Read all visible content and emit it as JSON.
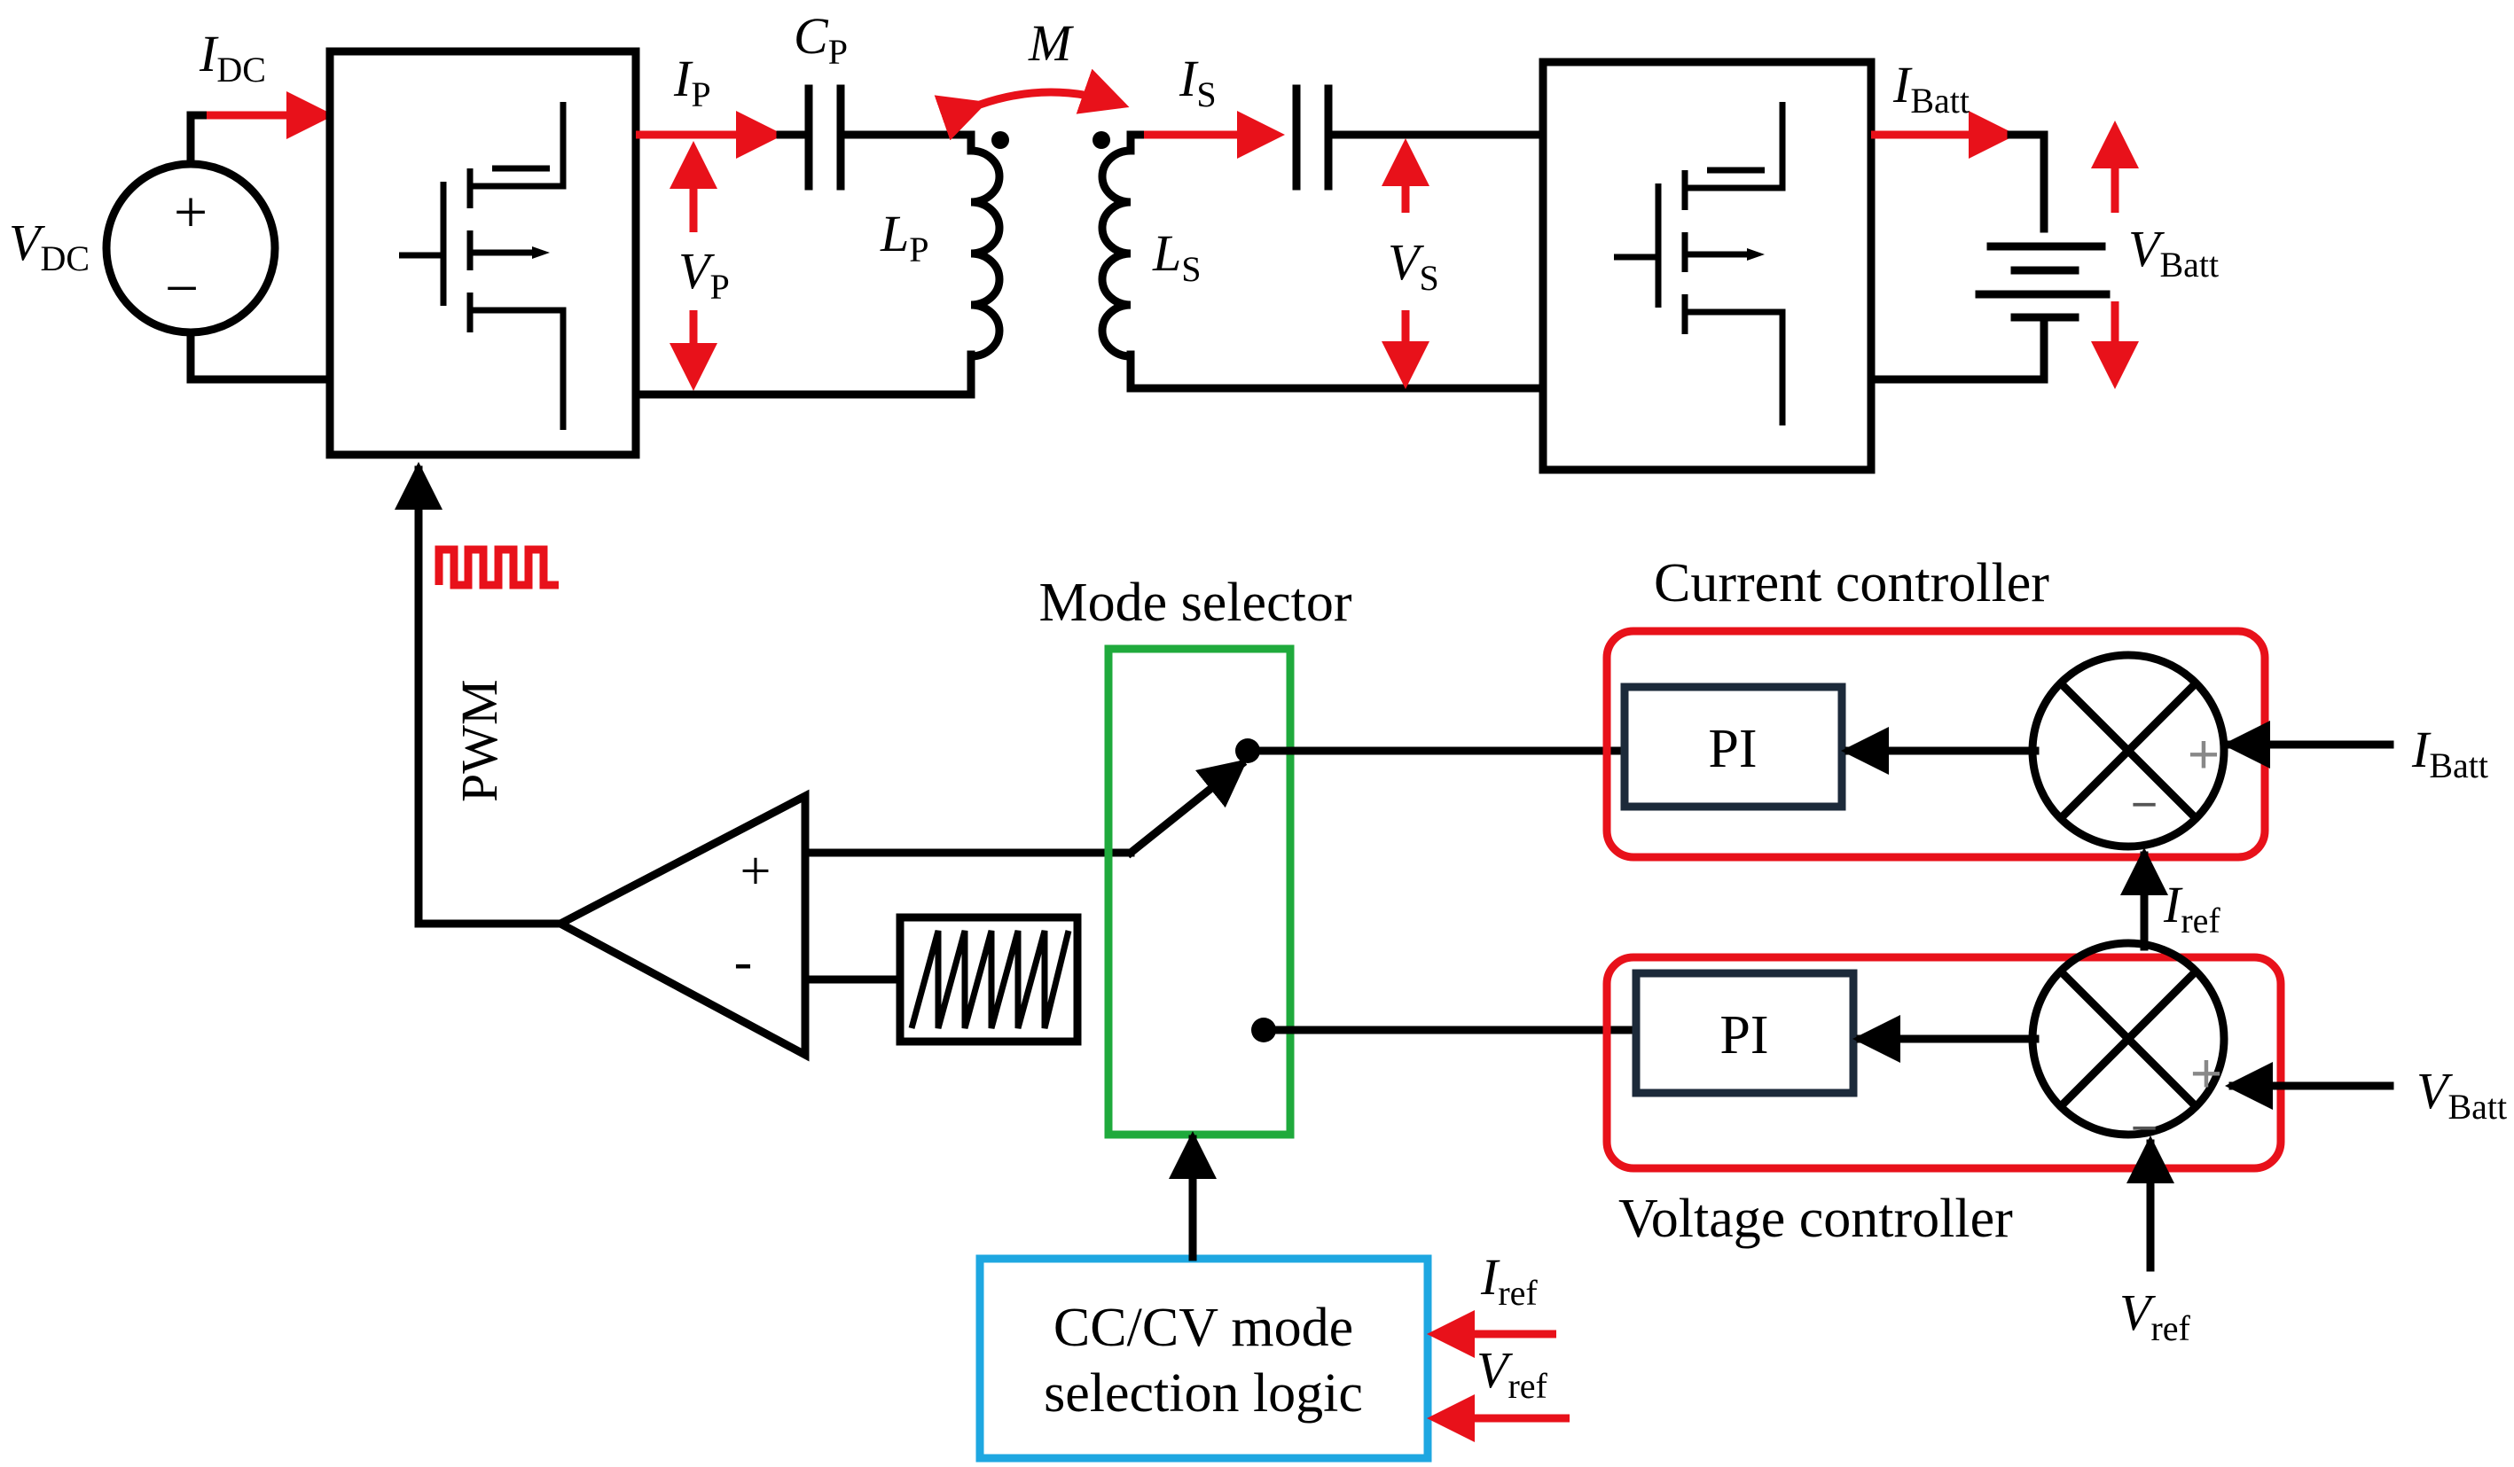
{
  "power_stage": {
    "idc": {
      "main": "I",
      "sub": "DC"
    },
    "vdc": {
      "main": "V",
      "sub": "DC"
    },
    "source_plus": "+",
    "source_minus": "−",
    "ip": {
      "main": "I",
      "sub": "P"
    },
    "vp": {
      "main": "V",
      "sub": "P"
    },
    "cp": {
      "main": "C",
      "sub": "P"
    },
    "m": "M",
    "lp": {
      "main": "L",
      "sub": "P"
    },
    "ls": {
      "main": "L",
      "sub": "S"
    },
    "is": {
      "main": "I",
      "sub": "S"
    },
    "vs": {
      "main": "V",
      "sub": "S"
    },
    "ibatt": {
      "main": "I",
      "sub": "Batt"
    },
    "vbatt": {
      "main": "V",
      "sub": "Batt"
    }
  },
  "control": {
    "pwm_label": "PWM",
    "comparator_plus": "+",
    "comparator_minus": "-",
    "mode_selector_title": "Mode selector",
    "current_controller_title": "Current controller",
    "voltage_controller_title": "Voltage controller",
    "pi_current": "PI",
    "pi_voltage": "PI",
    "sum_plus": "+",
    "sum_minus": "−",
    "ibatt_in": {
      "main": "I",
      "sub": "Batt"
    },
    "vbatt_in": {
      "main": "V",
      "sub": "Batt"
    },
    "iref_mid": {
      "main": "I",
      "sub": "ref"
    },
    "vref_bottom": {
      "main": "V",
      "sub": "ref"
    },
    "logic_line1": "CC/CV mode",
    "logic_line2": "selection logic",
    "logic_iref": {
      "main": "I",
      "sub": "ref"
    },
    "logic_vref": {
      "main": "V",
      "sub": "ref"
    }
  },
  "colors": {
    "signal_red": "#e8111a",
    "mode_selector_green": "#1faa3c",
    "logic_box_blue": "#1ea7e1",
    "pi_box_navy": "#1c2a3a"
  }
}
